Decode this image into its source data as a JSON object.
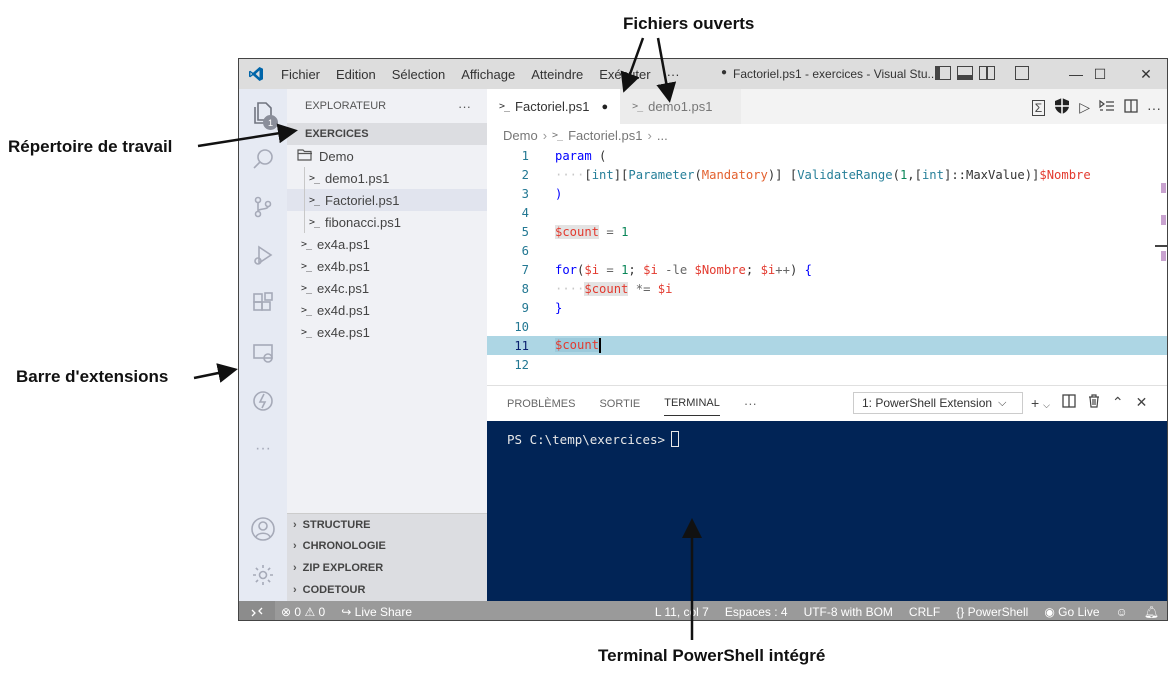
{
  "annotations": {
    "fichiers_ouverts": "Fichiers ouverts",
    "repertoire": "Répertoire de travail",
    "barre_extensions": "Barre d'extensions",
    "terminal": "Terminal PowerShell intégré"
  },
  "titlebar": {
    "menu": [
      "Fichier",
      "Edition",
      "Sélection",
      "Affichage",
      "Atteindre",
      "Exécuter",
      "···"
    ],
    "title": "Factoriel.ps1 - exercices - Visual Stu...",
    "dot": "●",
    "minimize": "—",
    "maximize": "☐",
    "close": "✕"
  },
  "activity": {
    "explorer_badge": "1",
    "more": "···"
  },
  "sidebar": {
    "header": "EXPLORATEUR",
    "header_more": "···",
    "section": "EXERCICES",
    "folder": "Demo",
    "ps_glyph": ">_",
    "folder_files": [
      "demo1.ps1",
      "Factoriel.ps1",
      "fibonacci.ps1"
    ],
    "root_files": [
      "ex4a.ps1",
      "ex4b.ps1",
      "ex4c.ps1",
      "ex4d.ps1",
      "ex4e.ps1"
    ],
    "bottom_sections": [
      "STRUCTURE",
      "CHRONOLOGIE",
      "ZIP EXPLORER",
      "CODETOUR"
    ]
  },
  "editor": {
    "tabs": [
      {
        "label": "Factoriel.ps1",
        "modified_dot": "●"
      },
      {
        "label": "demo1.ps1"
      }
    ],
    "breadcrumb": [
      "Demo",
      "Factoriel.ps1",
      "..."
    ],
    "line_numbers": [
      "1",
      "2",
      "3",
      "4",
      "5",
      "6",
      "7",
      "8",
      "9",
      "10",
      "11",
      "12"
    ],
    "current_line": "11"
  },
  "panel": {
    "tabs": [
      "PROBLÈMES",
      "SORTIE",
      "TERMINAL",
      "···"
    ],
    "active_tab": "TERMINAL",
    "terminal_select": "1: PowerShell Extension",
    "prompt": "PS C:\\temp\\exercices>"
  },
  "statusbar": {
    "errors": "0",
    "warnings": "0",
    "live_share": "Live Share",
    "position": "L 11, col 7",
    "spaces": "Espaces : 4",
    "encoding": "UTF-8 with BOM",
    "eol": "CRLF",
    "language": "PowerShell",
    "go_live": "Go Live"
  },
  "colors": {
    "vscode_blue": "#0065a9",
    "terminal_bg": "#012456",
    "current_line": "#add6e4",
    "statusbar": "#9a9a9a"
  }
}
